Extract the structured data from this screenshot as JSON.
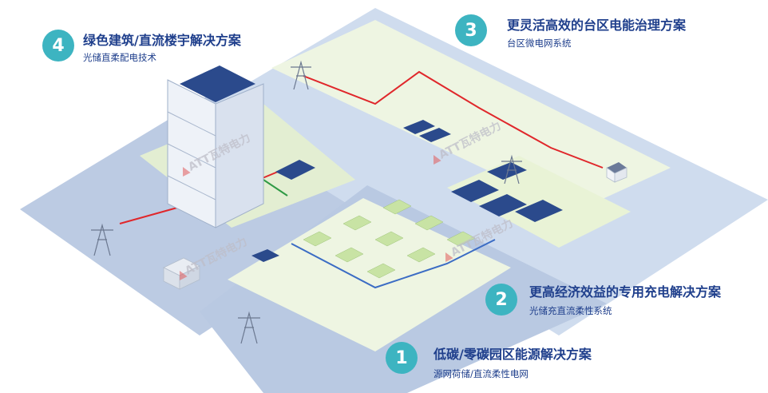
{
  "solutions": [
    {
      "number": "4",
      "title": "绿色建筑/直流楼宇解决方案",
      "subtitle": "光储直柔配电技术"
    },
    {
      "number": "3",
      "title": "更灵活高效的台区电能治理方案",
      "subtitle": "台区微电网系统"
    },
    {
      "number": "2",
      "title": "更高经济效益的专用充电解决方案",
      "subtitle": "光储充直流柔性系统"
    },
    {
      "number": "1",
      "title": "低碳/零碳园区能源解决方案",
      "subtitle": "源网荷储/直流柔性电网"
    }
  ],
  "watermark": {
    "brand": "ATT",
    "company": "瓦特电力"
  },
  "colors": {
    "badge": "#3db4c1",
    "title": "#1f3f8c",
    "base_plate": "#b9c9e2",
    "ground": "#e9f3d6",
    "power_line": "#e0272b",
    "dc_line": "#2f9a45",
    "solar_panel": "#2b4a8c"
  }
}
